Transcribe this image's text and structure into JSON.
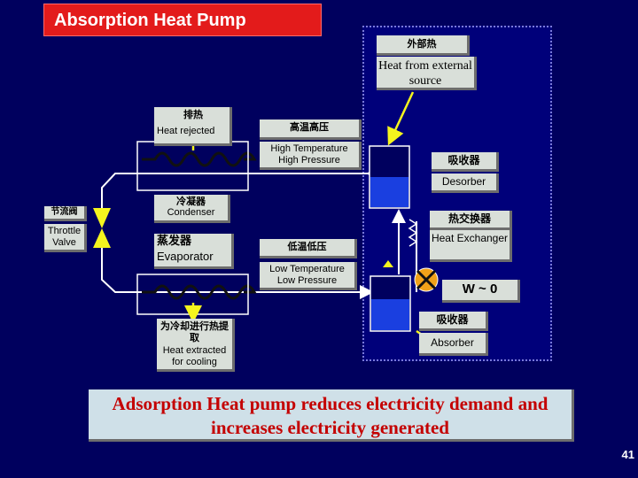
{
  "title": "Absorption Heat Pump",
  "labels": {
    "external_heat_cn": "外部热",
    "external_heat_en": "Heat from external source",
    "rejected_cn": "排热",
    "rejected_en": "Heat rejected",
    "high_tp_cn": "高温高压",
    "high_tp_en": "High Temperature High Pressure",
    "desorber_cn": "吸收器",
    "desorber_en": "Desorber",
    "condenser_cn": "冷凝器",
    "condenser_en": "Condenser",
    "throttle_cn": "节流阀",
    "throttle_en": "Throttle Valve",
    "heat_exchanger_cn": "热交换器",
    "heat_exchanger_en": "Heat Exchanger",
    "evaporator_cn": "蒸发器",
    "evaporator_en": "Evaporator",
    "low_tp_cn": "低温低压",
    "low_tp_en": "Low Temperature Low Pressure",
    "work": "W ~ 0",
    "absorber_cn": "吸收器",
    "absorber_en": "Absorber",
    "extracted_cn": "为冷却进行热提取",
    "extracted_en": "Heat extracted for cooling"
  },
  "summary": "Adsorption Heat pump reduces electricity demand and increases electricity generated",
  "page_number": "41",
  "colors": {
    "background": "#00005e",
    "title_bg": "#e31b1b",
    "label_bg": "#d9dfd9",
    "pipe": "#ffffff",
    "tank_fluid": "#1a3fe0",
    "arrow": "#f5f51e",
    "summary_text": "#c40000"
  }
}
